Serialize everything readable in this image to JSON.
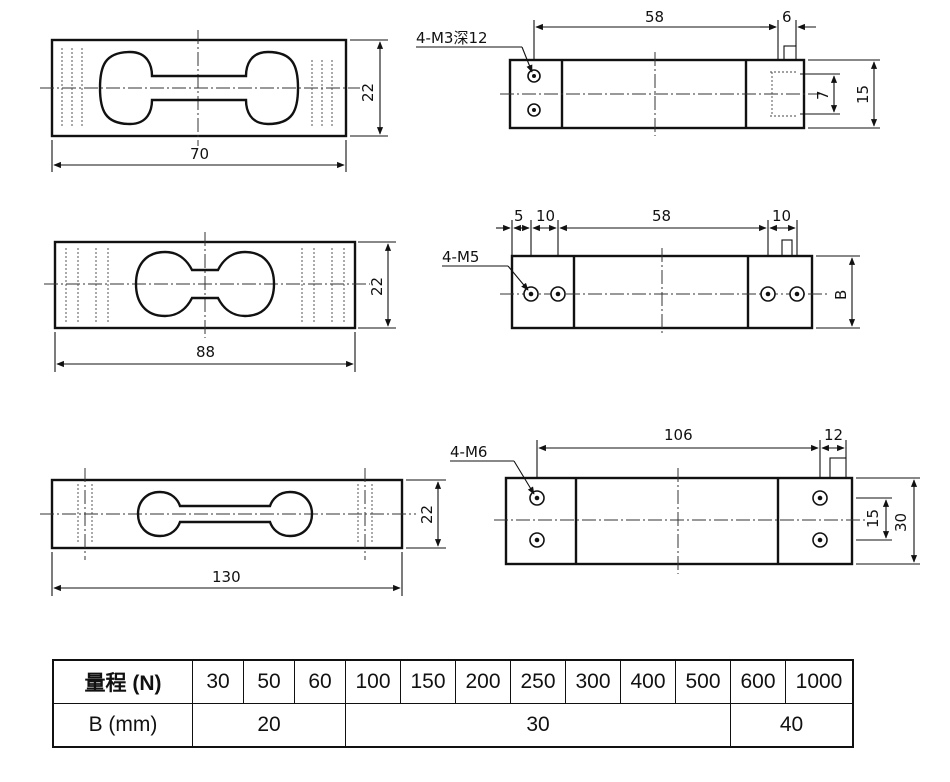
{
  "views": {
    "row1": {
      "length": "70",
      "height": "22",
      "hole_note": "4-M3深12",
      "hole_spacing": "58",
      "mount_width": "6",
      "small_vertical": "7",
      "vertical": "15"
    },
    "row2": {
      "length": "88",
      "height": "22",
      "hole_note": "4-M5",
      "offset_a": "5",
      "offset_b": "10",
      "hole_spacing": "58",
      "mount_width": "10",
      "height_var": "B"
    },
    "row3": {
      "length": "130",
      "height": "22",
      "hole_note": "4-M6",
      "hole_spacing": "106",
      "mount_width": "12",
      "vertical": "15",
      "overall": "30"
    }
  },
  "table": {
    "row1_header": "量程 (N)",
    "capacities": [
      "30",
      "50",
      "60",
      "100",
      "150",
      "200",
      "250",
      "300",
      "400",
      "500",
      "600",
      "1000"
    ],
    "row2_header": "B (mm)",
    "b_values": [
      "20",
      "30",
      "40"
    ]
  }
}
